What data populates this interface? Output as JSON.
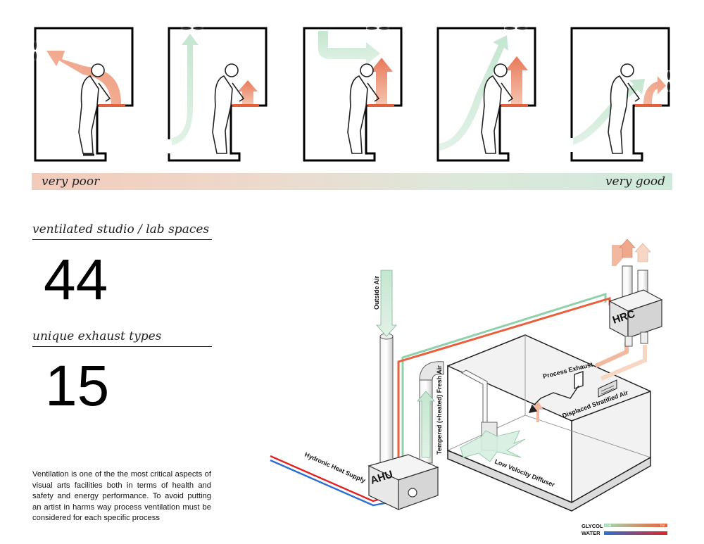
{
  "scale": {
    "left_label": "very poor",
    "right_label": "very good"
  },
  "stats": [
    {
      "label": "ventilated studio / lab spaces",
      "value": "44"
    },
    {
      "label": "unique exhaust types",
      "value": "15"
    }
  ],
  "paragraph": "Ventilation is one of the the most critical aspects of visual arts facilities both in terms of health and safety and energy performance. To avoid putting an artist in harms way process ventilation must be considered for each specific process",
  "diagram": {
    "labels": {
      "outside_air": "Outside Air",
      "tempered_air": "Tempered (+heated) Fresh Air",
      "hydronic": "Hydronic Heat Supply",
      "ahu": "AHU",
      "hrc": "HRC",
      "process_exhaust": "Process Exhaust",
      "displaced_air": "Displaced Stratified Air",
      "diffuser": "Low Velocity Diffuser"
    },
    "legend": {
      "glycol": "GLYCOL",
      "water": "WATER",
      "cold": "cold",
      "hot": "hot"
    }
  },
  "colors": {
    "exhaust": "#e8603c",
    "fresh": "#8fd1ac",
    "water_cold": "#2d6fd1",
    "water_hot": "#e02424"
  }
}
